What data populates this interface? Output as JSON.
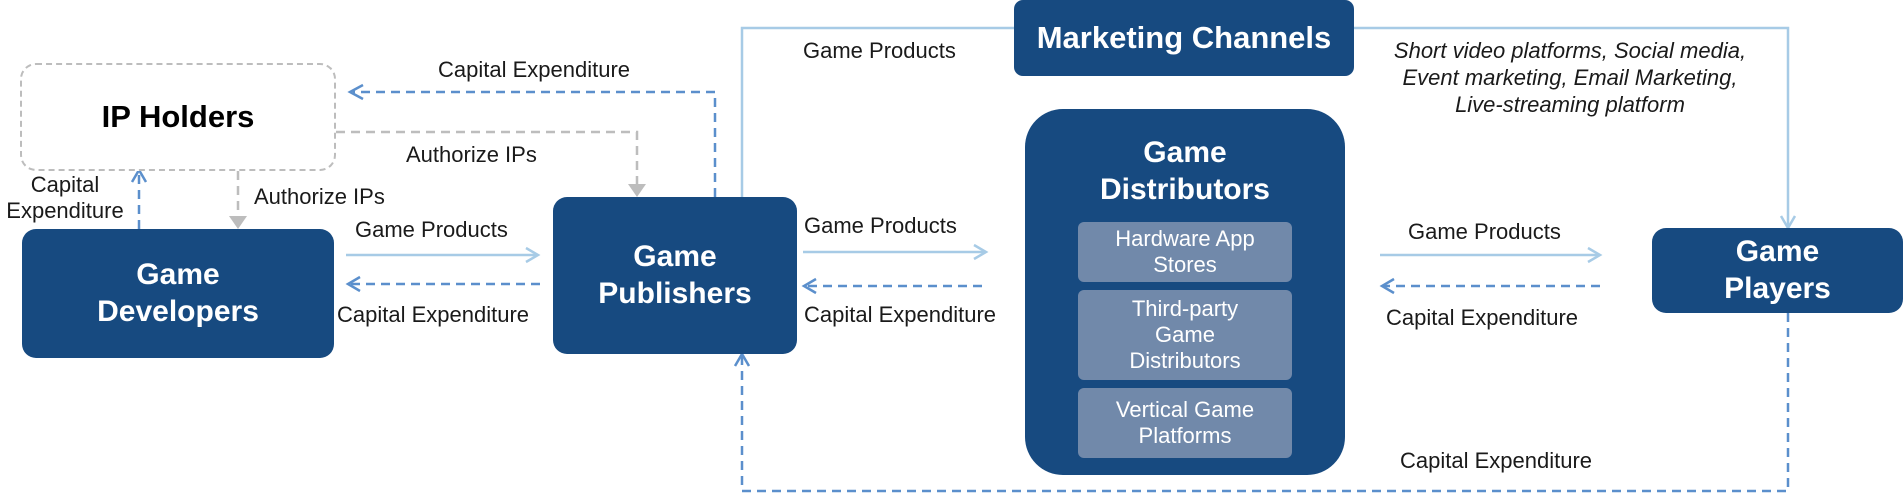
{
  "colors": {
    "box_fill": "#174a80",
    "sub_box_fill": "#7189aa",
    "solid_arrow": "#a7cbe6",
    "dashed_arrow": "#5b8fcc",
    "ip_dashed": "#bdbdbd"
  },
  "nodes": {
    "ip_holders": "IP Holders",
    "game_developers": [
      "Game",
      "Developers"
    ],
    "game_publishers": [
      "Game",
      "Publishers"
    ],
    "marketing_channels": "Marketing Channels",
    "game_distributors": {
      "title": [
        "Game",
        "Distributors"
      ],
      "items": [
        [
          "Hardware App",
          "Stores"
        ],
        [
          "Third-party",
          "Game",
          "Distributors"
        ],
        [
          "Vertical Game",
          "Platforms"
        ]
      ]
    },
    "game_players": [
      "Game",
      "Players"
    ]
  },
  "edge_labels": {
    "pub_to_ip_capex": "Capital Expenditure",
    "ip_to_pub_authorize": "Authorize IPs",
    "ip_to_dev_authorize": "Authorize IPs",
    "dev_to_ip_capex": [
      "Capital",
      "Expenditure"
    ],
    "dev_to_pub_products": "Game Products",
    "pub_to_dev_capex": "Capital Expenditure",
    "pub_to_dist_products": "Game Products",
    "dist_to_pub_capex": "Capital Expenditure",
    "pub_to_marketing_products": "Game Products",
    "dist_to_players_products": "Game Products",
    "players_to_dist_capex": "Capital Expenditure",
    "players_to_pub_capex": "Capital Expenditure"
  },
  "marketing_channel_examples": [
    "Short video platforms, Social media,",
    "Event marketing, Email Marketing,",
    "Live-streaming platform"
  ]
}
